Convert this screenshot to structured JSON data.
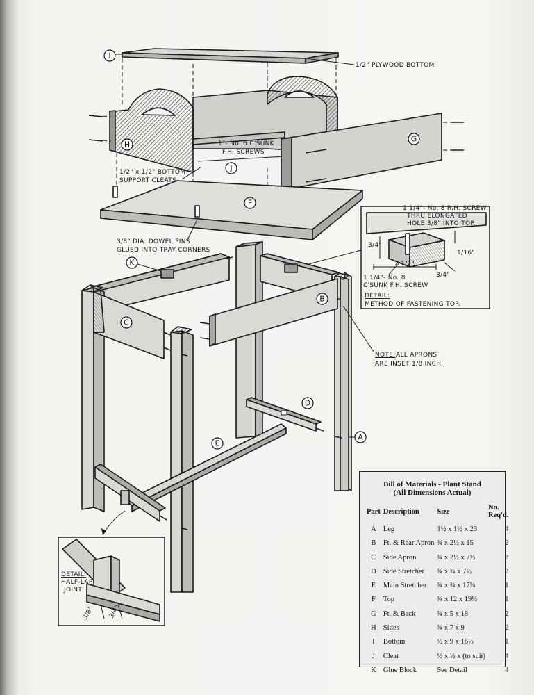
{
  "callouts": {
    "I": "I",
    "H": "H",
    "G": "G",
    "F": "F",
    "J": "J",
    "K": "K",
    "C": "C",
    "B": "B",
    "D": "D",
    "E": "E",
    "A": "A"
  },
  "annotations": {
    "plywood_bottom": "1/2\" PLYWOOD BOTTOM",
    "screws_line1": "1\"- No. 6 C'SUNK",
    "screws_line2": "F.H. SCREWS",
    "cleats_line1": "1/2\" x 1/2\" BOTTOM",
    "cleats_line2": "SUPPORT CLEATS",
    "dowel_line1": "3/8\" DIA. DOWEL PINS",
    "dowel_line2": "GLUED INTO TRAY CORNERS",
    "rh_screw_line1": "1 1/4\"- No. 8 R.H. SCREW",
    "rh_screw_line2": "THRU ELONGATED",
    "rh_screw_line3": "HOLE 3/8\" INTO TOP.",
    "fh_screw_line1": "1 1/4\"- No. 8",
    "fh_screw_line2": "C'SUNK F.H. SCREW",
    "dim_34": "3/4\"",
    "dim_116": "1/16\"",
    "dim_212": "2 1/2\"",
    "dim_34b": "3/4\"",
    "detail_label": "DETAIL:",
    "detail_caption": "METHOD OF FASTENING TOP.",
    "note_label": "NOTE:",
    "note_line1": "ALL APRONS",
    "note_line2": "ARE INSET 1/8 INCH.",
    "halflap_line1": "DETAIL:",
    "halflap_line2": "HALF-LAP",
    "halflap_line3": "JOINT",
    "halflap_dim1": "3/8\"",
    "halflap_dim2": "3/4\""
  },
  "bom": {
    "title": "Bill of Materials - Plant Stand",
    "subtitle": "(All Dimensions Actual)",
    "headers": [
      "Part",
      "Description",
      "Size",
      "No. Req'd."
    ],
    "rows": [
      [
        "A",
        "Leg",
        "1½ x 1½ x 23",
        "4"
      ],
      [
        "B",
        "Ft. & Rear Apron",
        "¾ x 2½ x 15",
        "2"
      ],
      [
        "C",
        "Side Apron",
        "¾ x 2½ x 7½",
        "2"
      ],
      [
        "D",
        "Side Stretcher",
        "¾ x ¾ x 7½",
        "2"
      ],
      [
        "E",
        "Main Stretcher",
        "¾ x ¾ x 17¼",
        "1"
      ],
      [
        "F",
        "Top",
        "¾ x 12 x 19½",
        "1"
      ],
      [
        "G",
        "Ft. & Back",
        "¾ x 5 x 18",
        "2"
      ],
      [
        "H",
        "Sides",
        "¾ x 7 x 9",
        "2"
      ],
      [
        "I",
        "Bottom",
        "½ x 9 x 16½",
        "1"
      ],
      [
        "J",
        "Cleat",
        "½ x ½ x (to suit)",
        "4"
      ],
      [
        "K",
        "Glue Block",
        "See Detail",
        "4"
      ]
    ]
  }
}
